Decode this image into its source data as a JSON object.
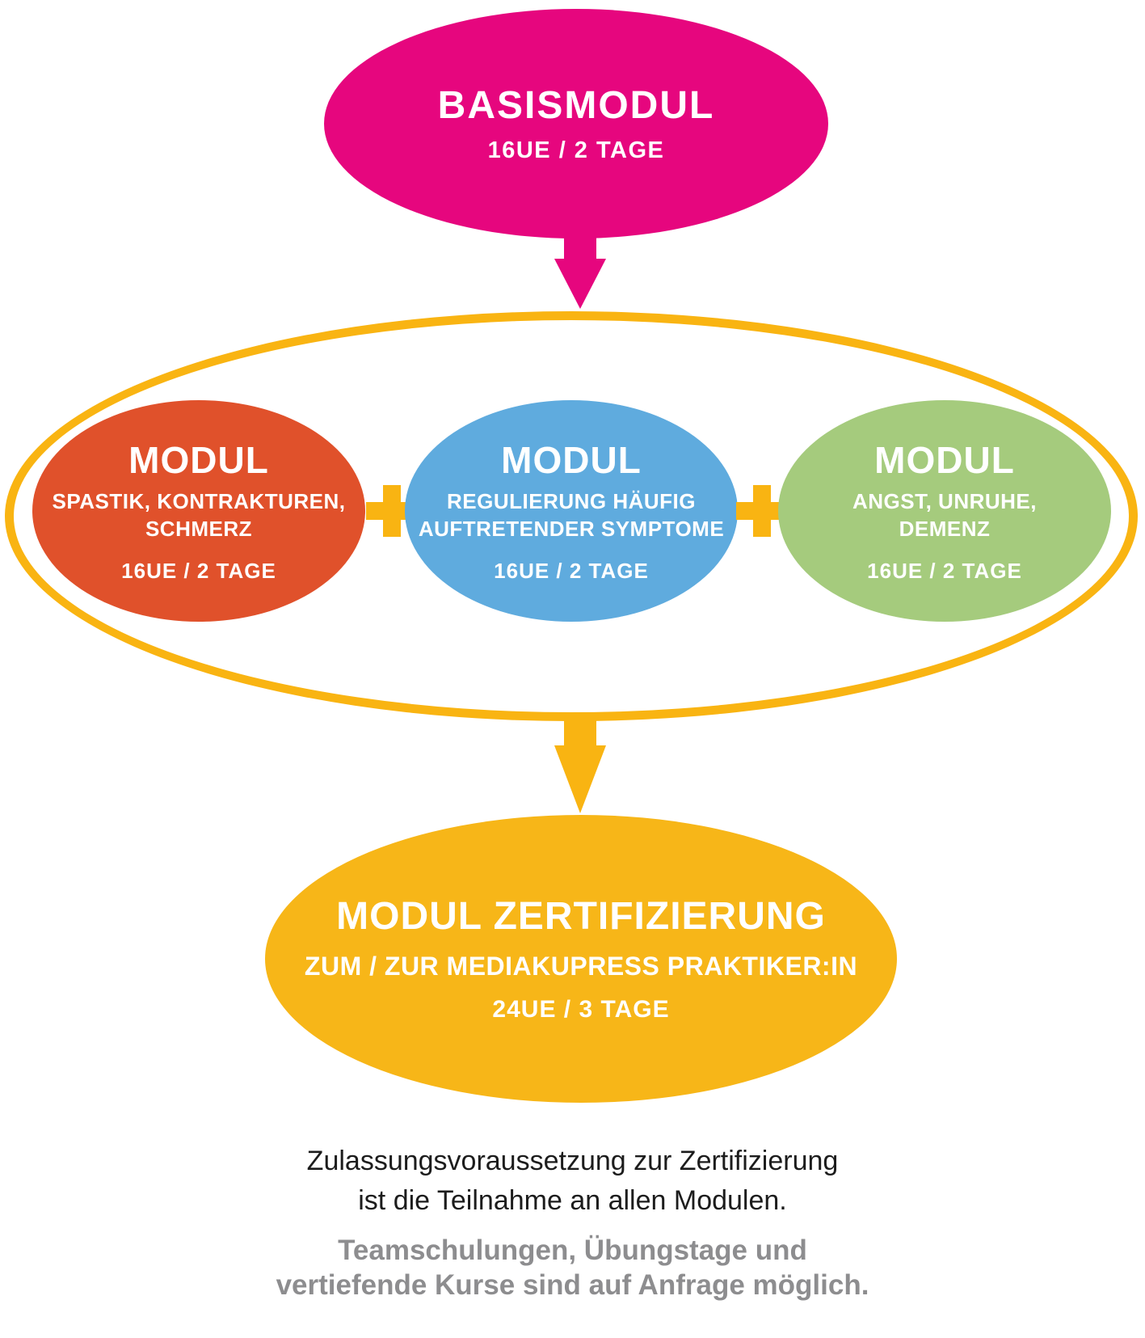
{
  "palette": {
    "pink": "#E6067E",
    "orange": "#E0512B",
    "blue": "#5FABDE",
    "green": "#A5CB7D",
    "yellow": "#F9B412",
    "gray_text": "#8D8D8F",
    "black_text": "#1C1C1C",
    "text_on_shapes": "#FFFFFF",
    "background": "#FFFFFF"
  },
  "icons": {
    "down_arrow_top": "arrow-down-pink-icon",
    "down_arrow_bottom": "arrow-down-yellow-icon",
    "separator": "plus-icon"
  },
  "diagram": {
    "basis": {
      "title": "BASISMODUL",
      "duration": "16UE / 2 TAGE"
    },
    "ring_modules": [
      {
        "title": "MODUL",
        "subtitle_line1": "SPASTIK, KONTRAKTUREN,",
        "subtitle_line2": "SCHMERZ",
        "duration": "16UE / 2 TAGE",
        "color": "#E0512B"
      },
      {
        "title": "MODUL",
        "subtitle_line1": "REGULIERUNG HÄUFIG",
        "subtitle_line2": "AUFTRETENDER SYMPTOME",
        "duration": "16UE / 2 TAGE",
        "color": "#5FABDE"
      },
      {
        "title": "MODUL",
        "subtitle_line1": "ANGST, UNRUHE,",
        "subtitle_line2": "DEMENZ",
        "duration": "16UE / 2 TAGE",
        "color": "#A5CB7D"
      }
    ],
    "certification": {
      "title": "MODUL ZERTIFIZIERUNG",
      "subtitle": "ZUM / ZUR MEDIAKUPRESS PRAKTIKER:IN",
      "duration": "24UE / 3 TAGE"
    },
    "footnote": {
      "admission_line1": "Zulassungsvoraussetzung zur Zertifizierung",
      "admission_line2": "ist die Teilnahme an allen Modulen.",
      "extra_line1": "Teamschulungen, Übungstage und",
      "extra_line2": "vertiefende Kurse sind auf Anfrage möglich."
    }
  }
}
